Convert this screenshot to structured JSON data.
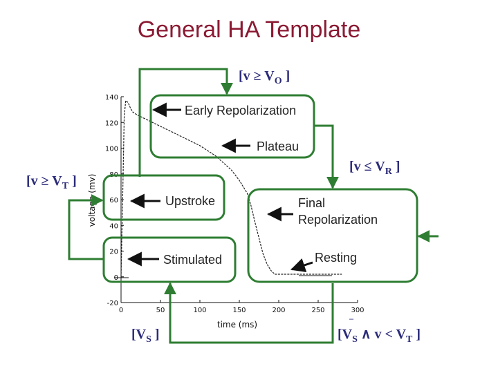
{
  "title": "General HA Template",
  "states": {
    "early_repolarization": "Early Repolarization",
    "plateau": "Plateau",
    "upstroke": "Upstroke",
    "final_repolarization_line1": "Final",
    "final_repolarization_line2": "Repolarization",
    "stimulated": "Stimulated",
    "resting": "Resting"
  },
  "guards": {
    "v_ge_vo": "[v ≥ V",
    "v_ge_vo_sub": "O",
    "v_le_vr": "[v ≤ V",
    "v_le_vr_sub": "R",
    "v_ge_vt": "[v ≥ V",
    "v_ge_vt_sub": "T",
    "vs": "[V",
    "vs_sub": "S",
    "vs_and": "[V",
    "vs_and_sub": "S",
    "vs_and_mid": " ∧ v < V",
    "vs_and_sub2": "T"
  },
  "chart_data": {
    "type": "line",
    "xlabel": "time (ms)",
    "ylabel": "voltage (mv)",
    "xlim": [
      0,
      300
    ],
    "ylim": [
      -20,
      140
    ],
    "x_ticks": [
      "0",
      "50",
      "100",
      "150",
      "200",
      "250",
      "300"
    ],
    "y_ticks": [
      "-20",
      "0",
      "20",
      "40",
      "60",
      "80",
      "100",
      "120",
      "140"
    ],
    "series": [
      {
        "x": [
          0,
          2,
          4,
          6,
          8,
          10,
          12,
          15,
          20,
          30,
          40,
          60,
          80,
          100,
          120,
          140,
          150,
          160,
          165,
          170,
          175,
          180,
          185,
          190,
          195,
          200,
          210,
          220,
          250,
          280
        ],
        "y": [
          0,
          60,
          125,
          137,
          136,
          134,
          131,
          128,
          126,
          123,
          120,
          114,
          108,
          102,
          94,
          83,
          75,
          65,
          55,
          42,
          30,
          18,
          10,
          5,
          2,
          2,
          2,
          2,
          2,
          2
        ]
      }
    ],
    "line_color": "#222222"
  },
  "colors": {
    "state_border": "#2e7d32",
    "transition": "#2e7d32",
    "arrow": "#111111",
    "title": "#8b1a33"
  }
}
